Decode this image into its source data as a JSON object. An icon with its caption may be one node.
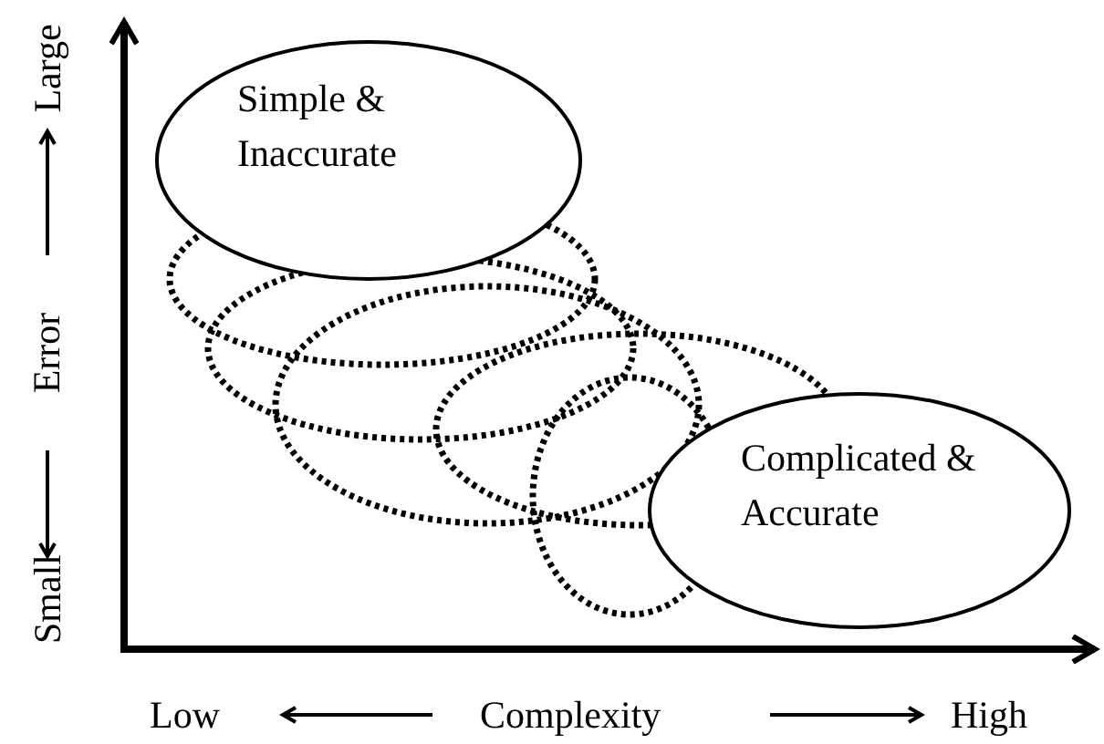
{
  "diagram": {
    "nodes": [
      {
        "text": [
          "Simple & Inaccurate"
        ]
      },
      {
        "text": [],
        "shape": "ellipse"
      },
      {
        "text": [],
        "shape": "ellipse"
      },
      {
        "text": [],
        "shape": "ellipse"
      },
      {
        "text": [],
        "shape": "ellipse"
      },
      {
        "text": [],
        "shape": "ellipse"
      },
      {
        "text": [
          "Complicated & Accurate"
        ]
      }
    ],
    "labels": [
      "Low",
      "Complexity",
      "High",
      "Small",
      "Error",
      "Large"
    ]
  }
}
